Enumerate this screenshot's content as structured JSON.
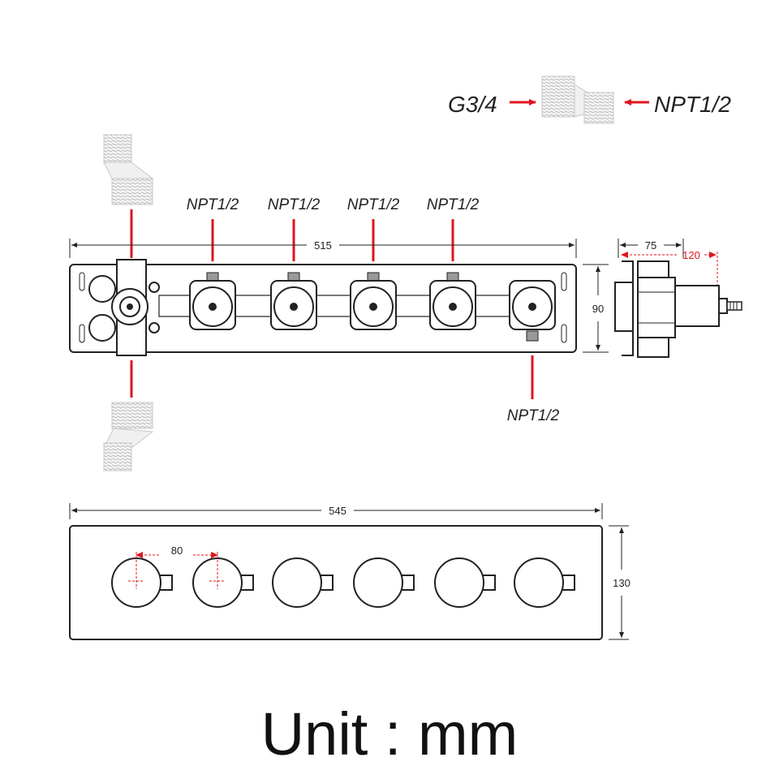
{
  "adapter_legend": {
    "inlet_label": "G3/4",
    "outlet_label": "NPT1/2"
  },
  "valve_body": {
    "port_labels": [
      "NPT1/2",
      "NPT1/2",
      "NPT1/2",
      "NPT1/2"
    ],
    "bottom_port_label": "NPT1/2",
    "length_dim": "515",
    "height_dim": "90",
    "side_depth_dim": "75",
    "side_total_dim": "120"
  },
  "trim_plate": {
    "width_dim": "545",
    "height_dim": "130",
    "handle_spacing_dim": "80",
    "handle_count": 6
  },
  "unit_note": "Unit : mm",
  "colors": {
    "callout_red": "#e0141e",
    "line": "#222222"
  }
}
